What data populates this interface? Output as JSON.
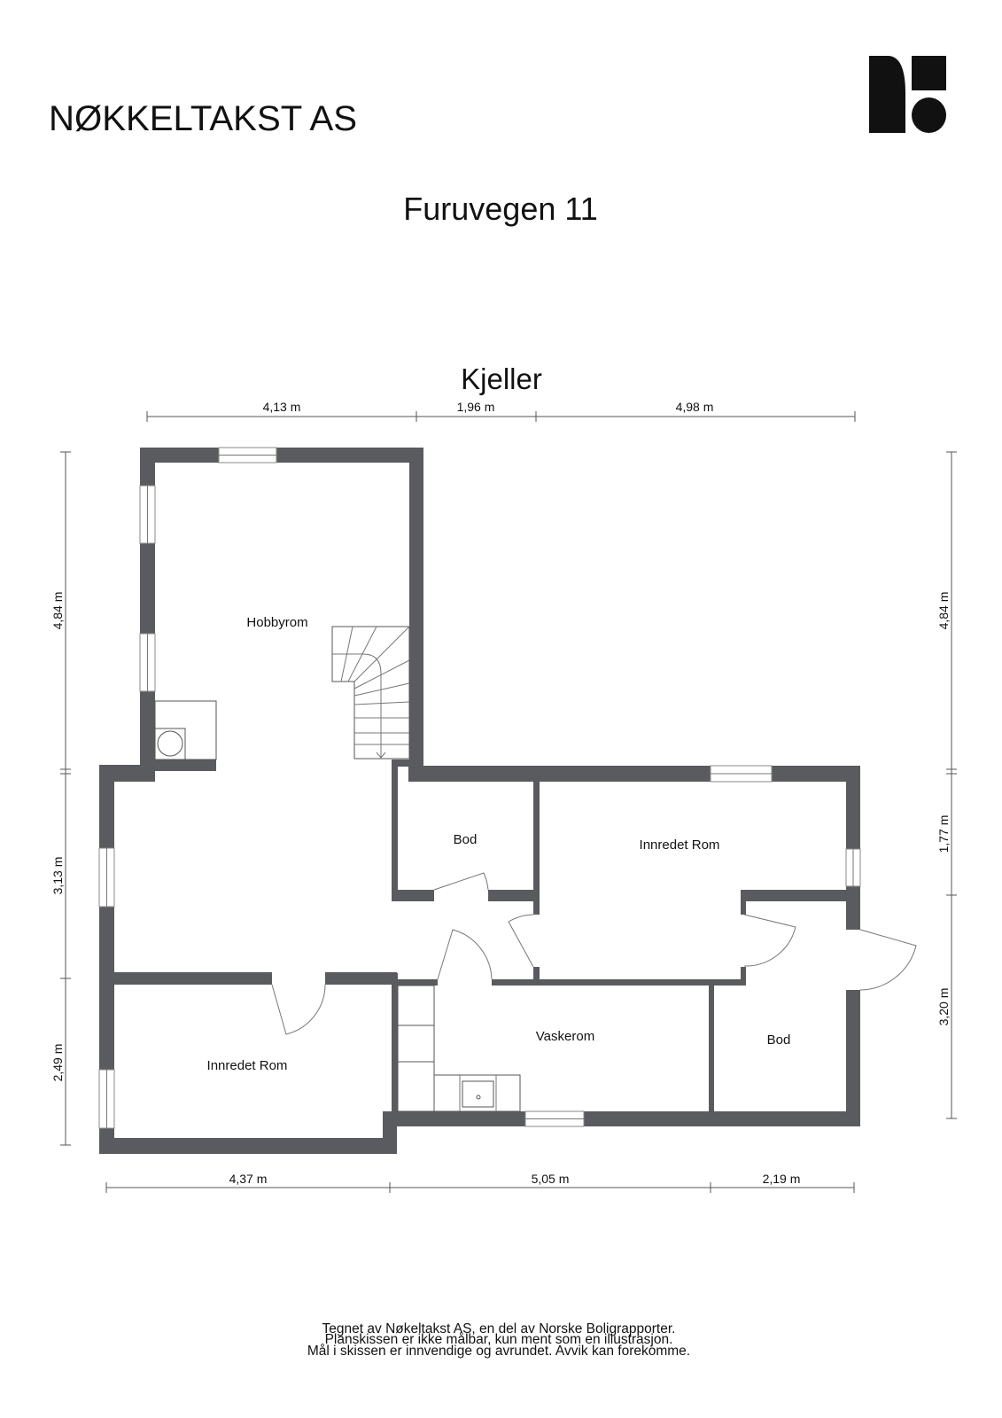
{
  "header": {
    "company": "NØKKELTAKST AS",
    "logo": "nokkeltakst-logo",
    "address": "Furuvegen 11"
  },
  "plan": {
    "floor": "Kjeller",
    "wall_color": "#5a5b5e",
    "rooms": {
      "hobbyrom": "Hobbyrom",
      "bod_upper": "Bod",
      "innredet_rom_right": "Innredet Rom",
      "vaskerom": "Vaskerom",
      "bod_lower": "Bod",
      "innredet_rom_left": "Innredet Rom"
    },
    "dimensions": {
      "top": [
        "4,13 m",
        "1,96 m",
        "4,98 m"
      ],
      "bottom": [
        "4,37 m",
        "5,05 m",
        "2,19 m"
      ],
      "left": [
        "4,84 m",
        "3,13 m",
        "2,49 m"
      ],
      "right": [
        "4,84 m",
        "1,77 m",
        "3,20 m"
      ]
    }
  },
  "footer": {
    "line1": "Tegnet av Nøkeltakst AS, en del av Norske Boligrapporter.",
    "line2": "Planskissen er ikke målbar, kun ment som en illustrasjon.",
    "line3": "Mål i skissen er innvendige og avrundet. Avvik kan forekomme."
  }
}
